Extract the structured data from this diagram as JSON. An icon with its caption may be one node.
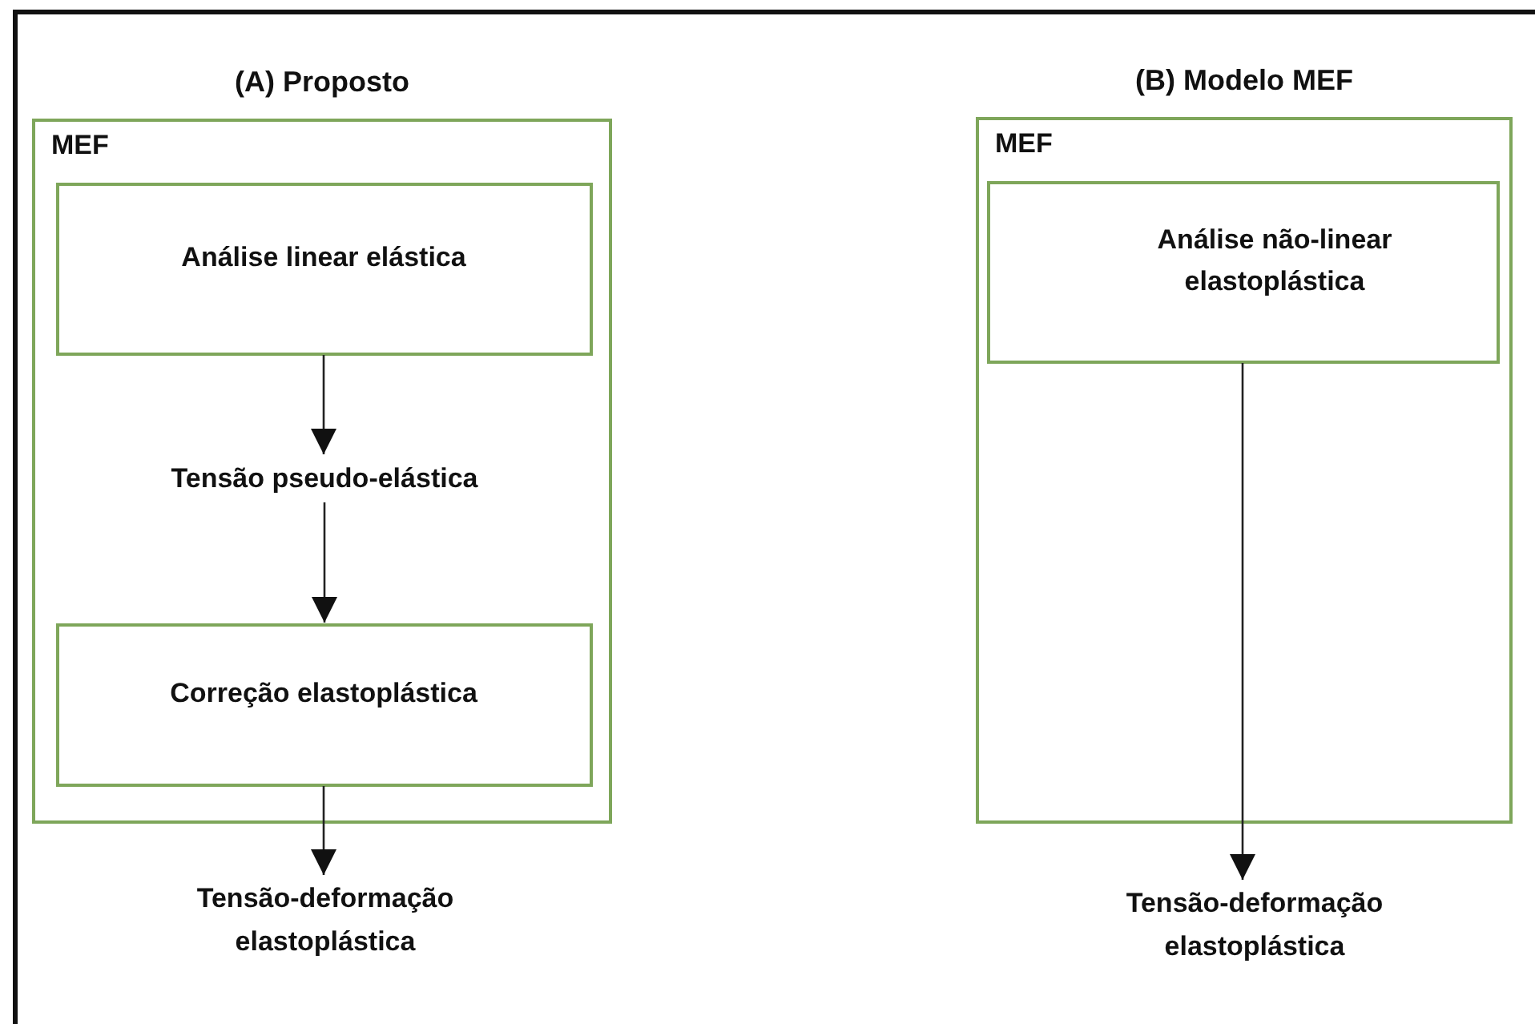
{
  "diagram": {
    "nodes": [
      {
        "text": [
          "(A) Proposto",
          "MEF"
        ]
      },
      {
        "text": [
          "Análise linear elástica"
        ],
        "in": 0
      },
      {
        "text": [
          "Tensão pseudo-elástica"
        ],
        "in": 0
      },
      {
        "text": [
          "Correção elastoplástica"
        ],
        "in": 0
      },
      {
        "text": [
          "Tensão-deformação elastoplástica"
        ]
      },
      {
        "text": [
          "(B) Modelo MEF",
          "MEF"
        ]
      },
      {
        "text": [
          "Análise não-linear elastoplástica"
        ],
        "in": 5
      },
      {
        "text": [
          "Tensão-deformação elastoplástica"
        ]
      }
    ],
    "edges": [
      {
        "from": 1,
        "to": 2,
        "arrow": "to"
      },
      {
        "from": 2,
        "to": 3,
        "arrow": "to"
      },
      {
        "from": 3,
        "to": 4,
        "arrow": "to"
      },
      {
        "from": 6,
        "to": 7,
        "arrow": "to"
      }
    ]
  }
}
